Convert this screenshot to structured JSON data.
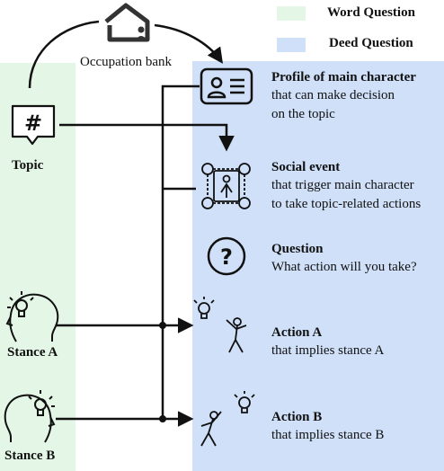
{
  "colors": {
    "word_question": "#e4f6e6",
    "deed_question": "#cfe0f8",
    "ink": "#111111"
  },
  "legend": {
    "word_question": "Word Question",
    "deed_question": "Deed Question"
  },
  "occupation_bank": {
    "label": "Occupation bank",
    "icon": "house-person-icon"
  },
  "left": {
    "topic": {
      "label": "Topic",
      "icon": "hashtag-icon"
    },
    "stance_a": {
      "label": "Stance A",
      "icon": "head-lightbulb-icon"
    },
    "stance_b": {
      "label": "Stance B",
      "icon": "head-lightbulb-icon"
    }
  },
  "right": {
    "profile": {
      "title": "Profile of main character",
      "desc1": "that can make decision",
      "desc2": "on the topic",
      "icon": "id-card-icon"
    },
    "social_event": {
      "title": "Social event",
      "desc1": "that trigger main character",
      "desc2": "to take topic-related actions",
      "icon": "social-network-icon"
    },
    "question": {
      "title": "Question",
      "desc1": "What action will you take?",
      "icon": "question-mark-icon"
    },
    "action_a": {
      "title": "Action A",
      "desc1": "that implies stance A",
      "icon": "person-idea-icon"
    },
    "action_b": {
      "title": "Action B",
      "desc1": "that implies stance B",
      "icon": "person-idea-icon"
    }
  }
}
